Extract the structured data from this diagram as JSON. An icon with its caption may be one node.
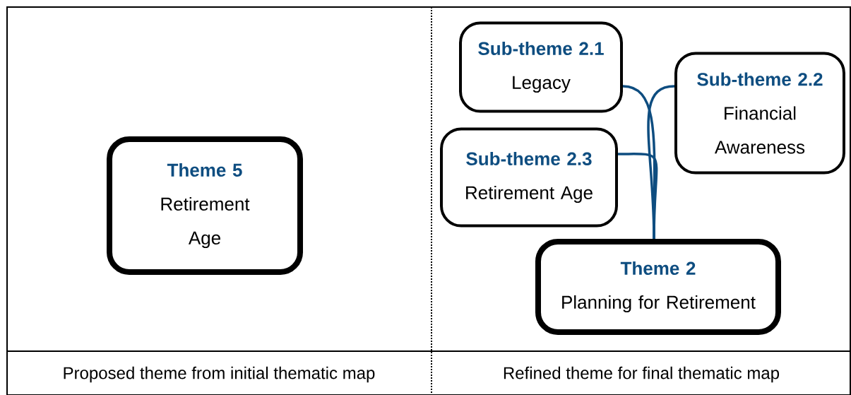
{
  "diagram": {
    "nodes": [
      {
        "text": [
          "Theme 5",
          "Retirement Age"
        ]
      },
      {
        "text": [
          "Sub-theme 2.1",
          "Legacy"
        ]
      },
      {
        "text": [
          "Sub-theme 2.2",
          "Financial Awareness"
        ]
      },
      {
        "text": [
          "Sub-theme 2.3",
          "Retirement Age"
        ]
      },
      {
        "text": [
          "Theme 2",
          "Planning for Retirement"
        ]
      }
    ],
    "edges": [
      {
        "from": 4,
        "to": 1,
        "arrow": "none"
      },
      {
        "from": 4,
        "to": 2,
        "arrow": "none"
      },
      {
        "from": 4,
        "to": 3,
        "arrow": "none"
      }
    ],
    "labels": [
      "Proposed theme from initial thematic map",
      "Refined theme for final thematic map"
    ]
  }
}
